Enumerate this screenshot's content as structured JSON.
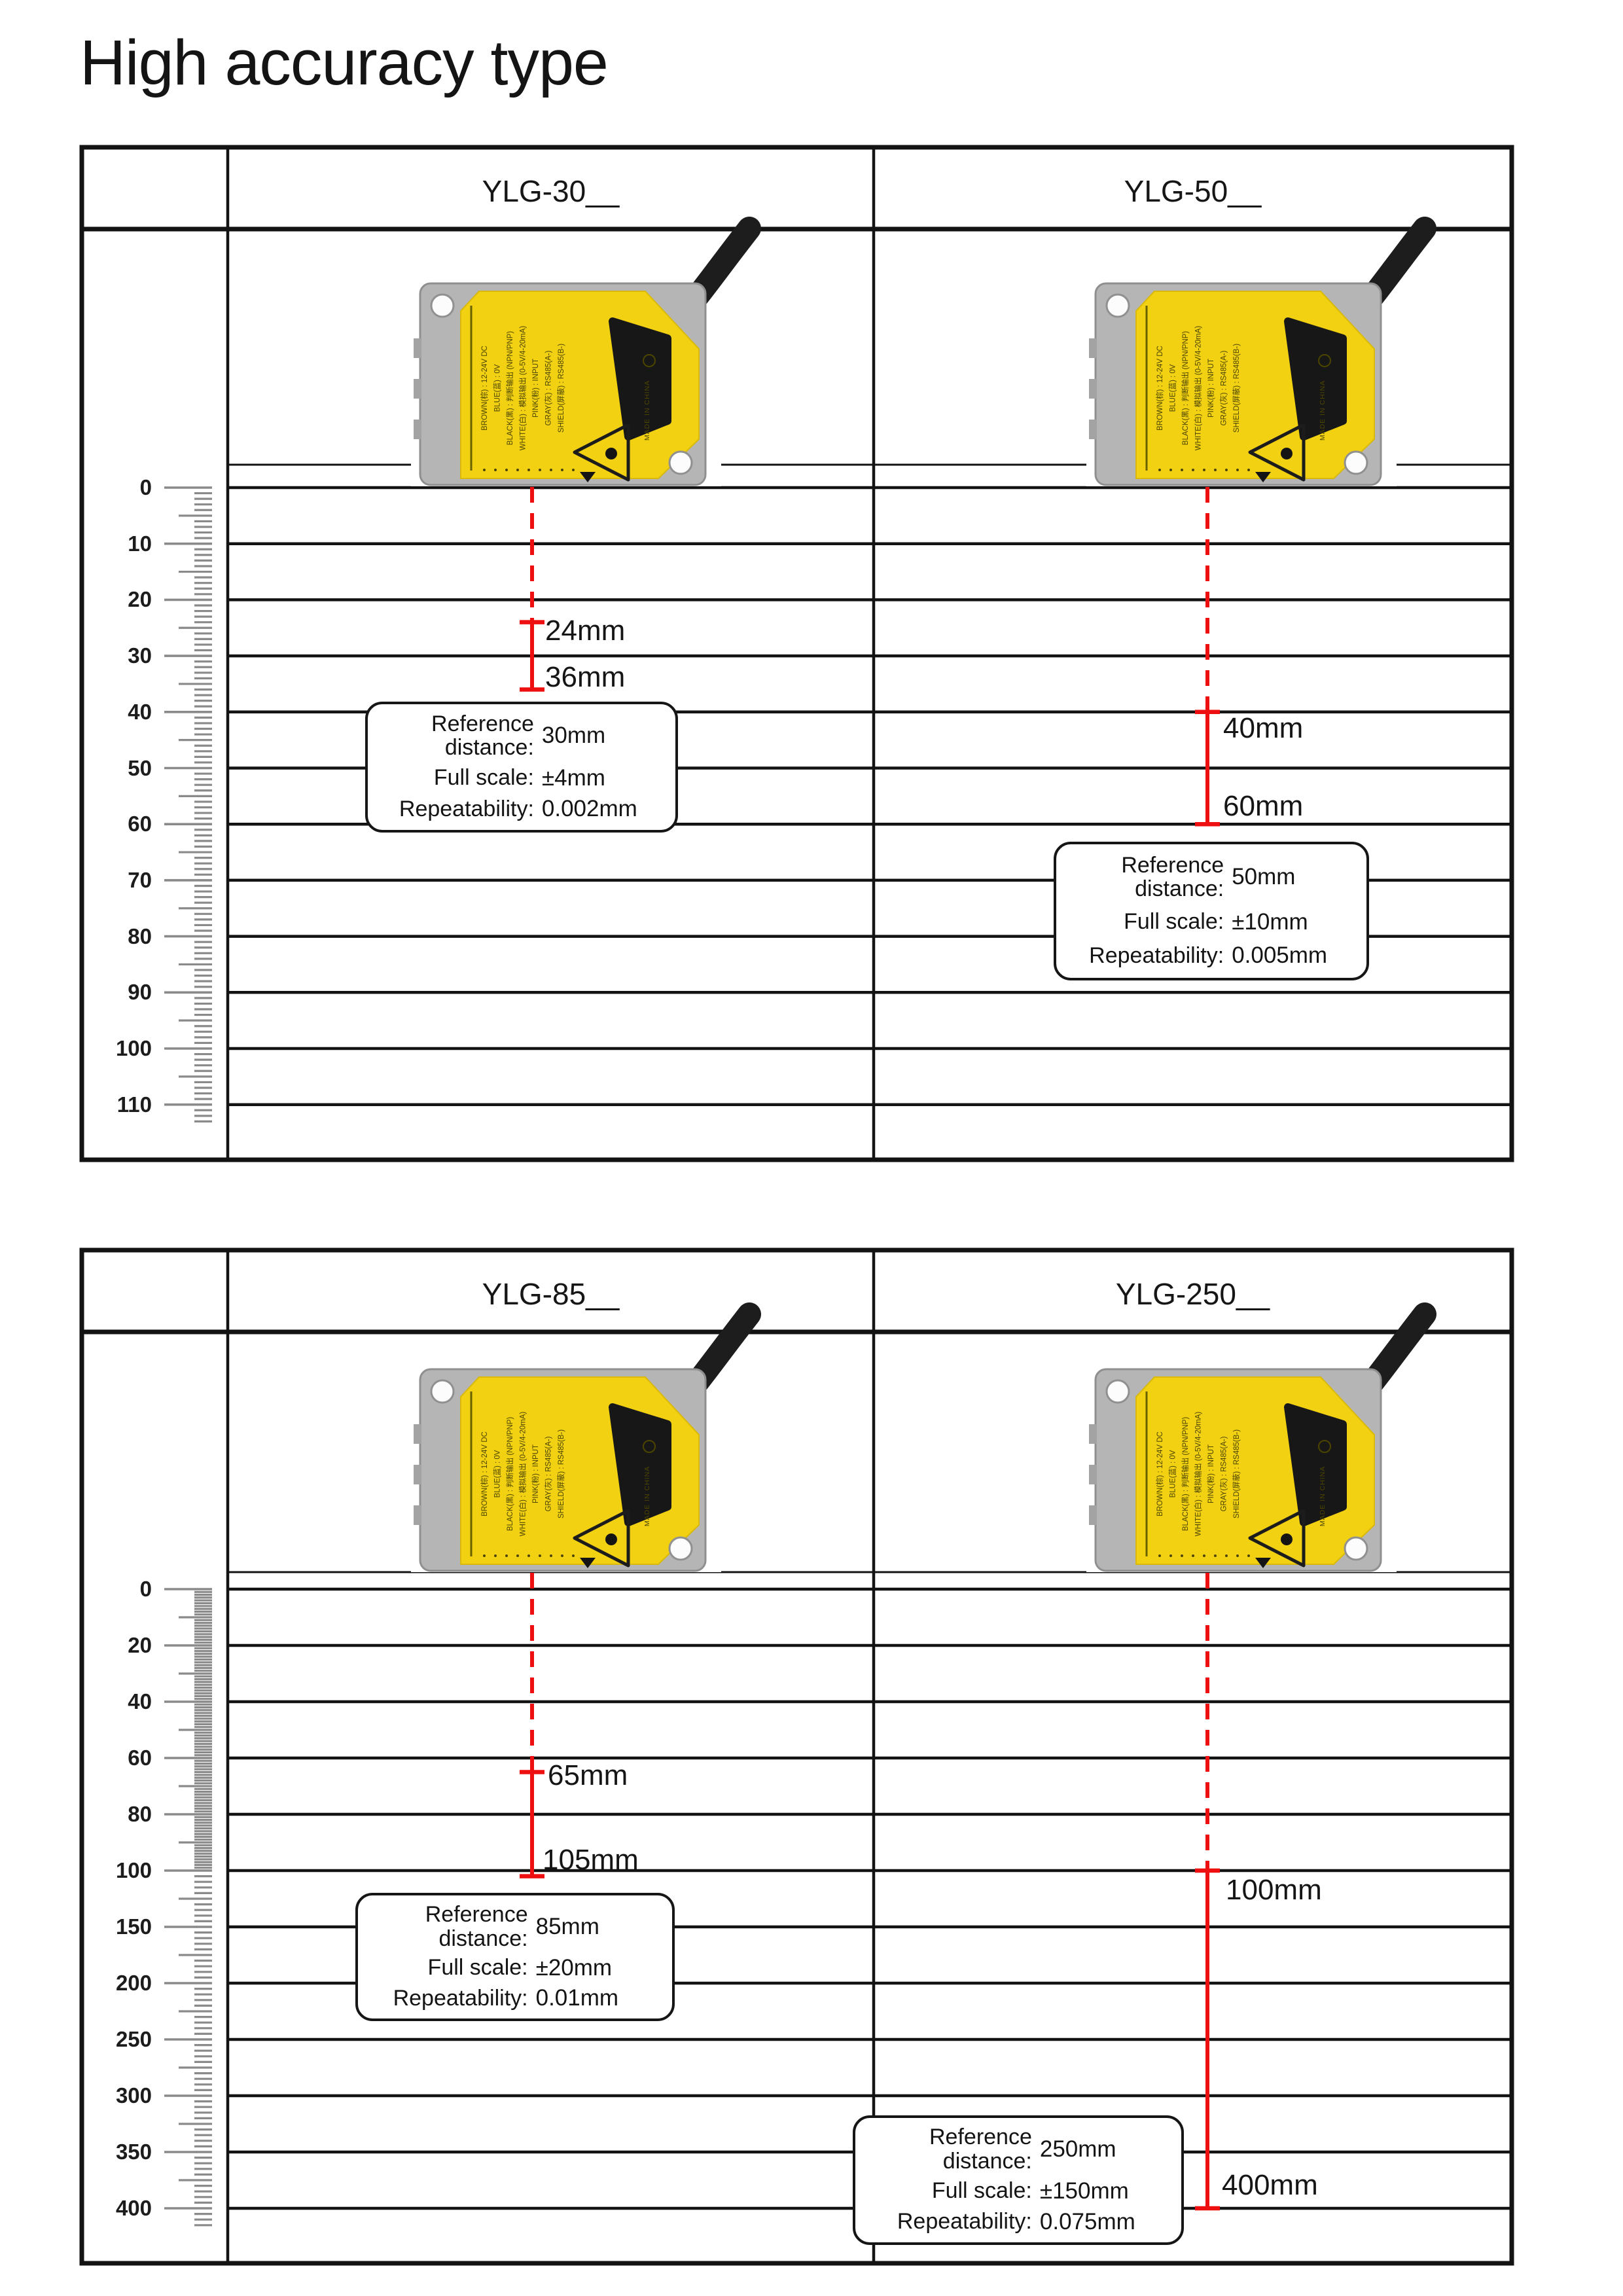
{
  "title": "High accuracy type",
  "colors": {
    "red": "#ee1010",
    "line": "#131313",
    "tick": "#8a8a8a",
    "device_yellow": "#f2d112",
    "device_gray": "#b5b5b5",
    "window": "#171717",
    "text": "#1a1a1a"
  },
  "spec_labels": {
    "reference": "Reference distance:",
    "full_scale": "Full scale:",
    "repeatability": "Repeatability:"
  },
  "device": {
    "wire_labels": [
      "BROWN(棕) : 12-24V DC",
      "BLUE(蓝) : 0V",
      "BLACK(黑) : 判断输出 (NPN/PNP)",
      "WHITE(白) : 模拟输出 (0-5V/4-20mA)",
      "PINK(粉) : INPUT",
      "GRAY(灰) : RS485(A-)",
      "SHIELD(屏蔽) : RS485(B-)"
    ],
    "made_in": "MADE IN CHINA"
  },
  "tables": [
    {
      "name": "upper",
      "ruler_labels": [
        "0",
        "10",
        "20",
        "30",
        "40",
        "50",
        "60",
        "70",
        "80",
        "90",
        "100",
        "110"
      ],
      "columns": [
        {
          "model": "YLG-30__",
          "near": "24mm",
          "far": "36mm",
          "near_mm": 24,
          "far_mm": 36,
          "specs": {
            "reference": "30mm",
            "full_scale": "±4mm",
            "repeatability": "0.002mm"
          }
        },
        {
          "model": "YLG-50__",
          "near": "40mm",
          "far": "60mm",
          "near_mm": 40,
          "far_mm": 60,
          "specs": {
            "reference": "50mm",
            "full_scale": "±10mm",
            "repeatability": "0.005mm"
          }
        }
      ]
    },
    {
      "name": "lower",
      "ruler_labels": [
        "0",
        "20",
        "40",
        "60",
        "80",
        "100",
        "150",
        "200",
        "250",
        "300",
        "350",
        "400"
      ],
      "columns": [
        {
          "model": "YLG-85__",
          "near": "65mm",
          "far": "105mm",
          "near_mm": 65,
          "far_mm": 105,
          "specs": {
            "reference": "85mm",
            "full_scale": "±20mm",
            "repeatability": "0.01mm"
          }
        },
        {
          "model": "YLG-250__",
          "near": "100mm",
          "far": "400mm",
          "near_mm": 100,
          "far_mm": 400,
          "specs": {
            "reference": "250mm",
            "full_scale": "±150mm",
            "repeatability": "0.075mm"
          }
        }
      ]
    }
  ]
}
